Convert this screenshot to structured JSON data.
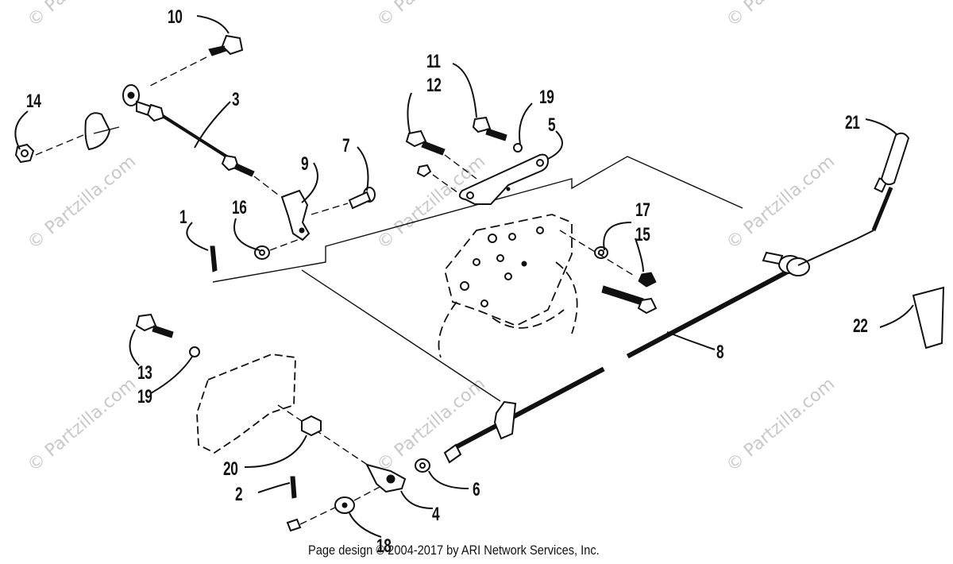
{
  "callouts": [
    {
      "name": "callout-10",
      "text": "10"
    },
    {
      "name": "callout-14",
      "text": "14"
    },
    {
      "name": "callout-3",
      "text": "3"
    },
    {
      "name": "callout-11",
      "text": "11"
    },
    {
      "name": "callout-12",
      "text": "12"
    },
    {
      "name": "callout-19-top",
      "text": "19"
    },
    {
      "name": "callout-5",
      "text": "5"
    },
    {
      "name": "callout-21",
      "text": "21"
    },
    {
      "name": "callout-7",
      "text": "7"
    },
    {
      "name": "callout-9",
      "text": "9"
    },
    {
      "name": "callout-1",
      "text": "1"
    },
    {
      "name": "callout-16",
      "text": "16"
    },
    {
      "name": "callout-17",
      "text": "17"
    },
    {
      "name": "callout-15",
      "text": "15"
    },
    {
      "name": "callout-22",
      "text": "22"
    },
    {
      "name": "callout-8",
      "text": "8"
    },
    {
      "name": "callout-13",
      "text": "13"
    },
    {
      "name": "callout-19-left",
      "text": "19"
    },
    {
      "name": "callout-20",
      "text": "20"
    },
    {
      "name": "callout-6",
      "text": "6"
    },
    {
      "name": "callout-2",
      "text": "2"
    },
    {
      "name": "callout-4",
      "text": "4"
    },
    {
      "name": "callout-18",
      "text": "18"
    }
  ],
  "watermark": "© Partzilla.com",
  "footer": "Page design © 2004-2017 by ARI Network Services, Inc."
}
